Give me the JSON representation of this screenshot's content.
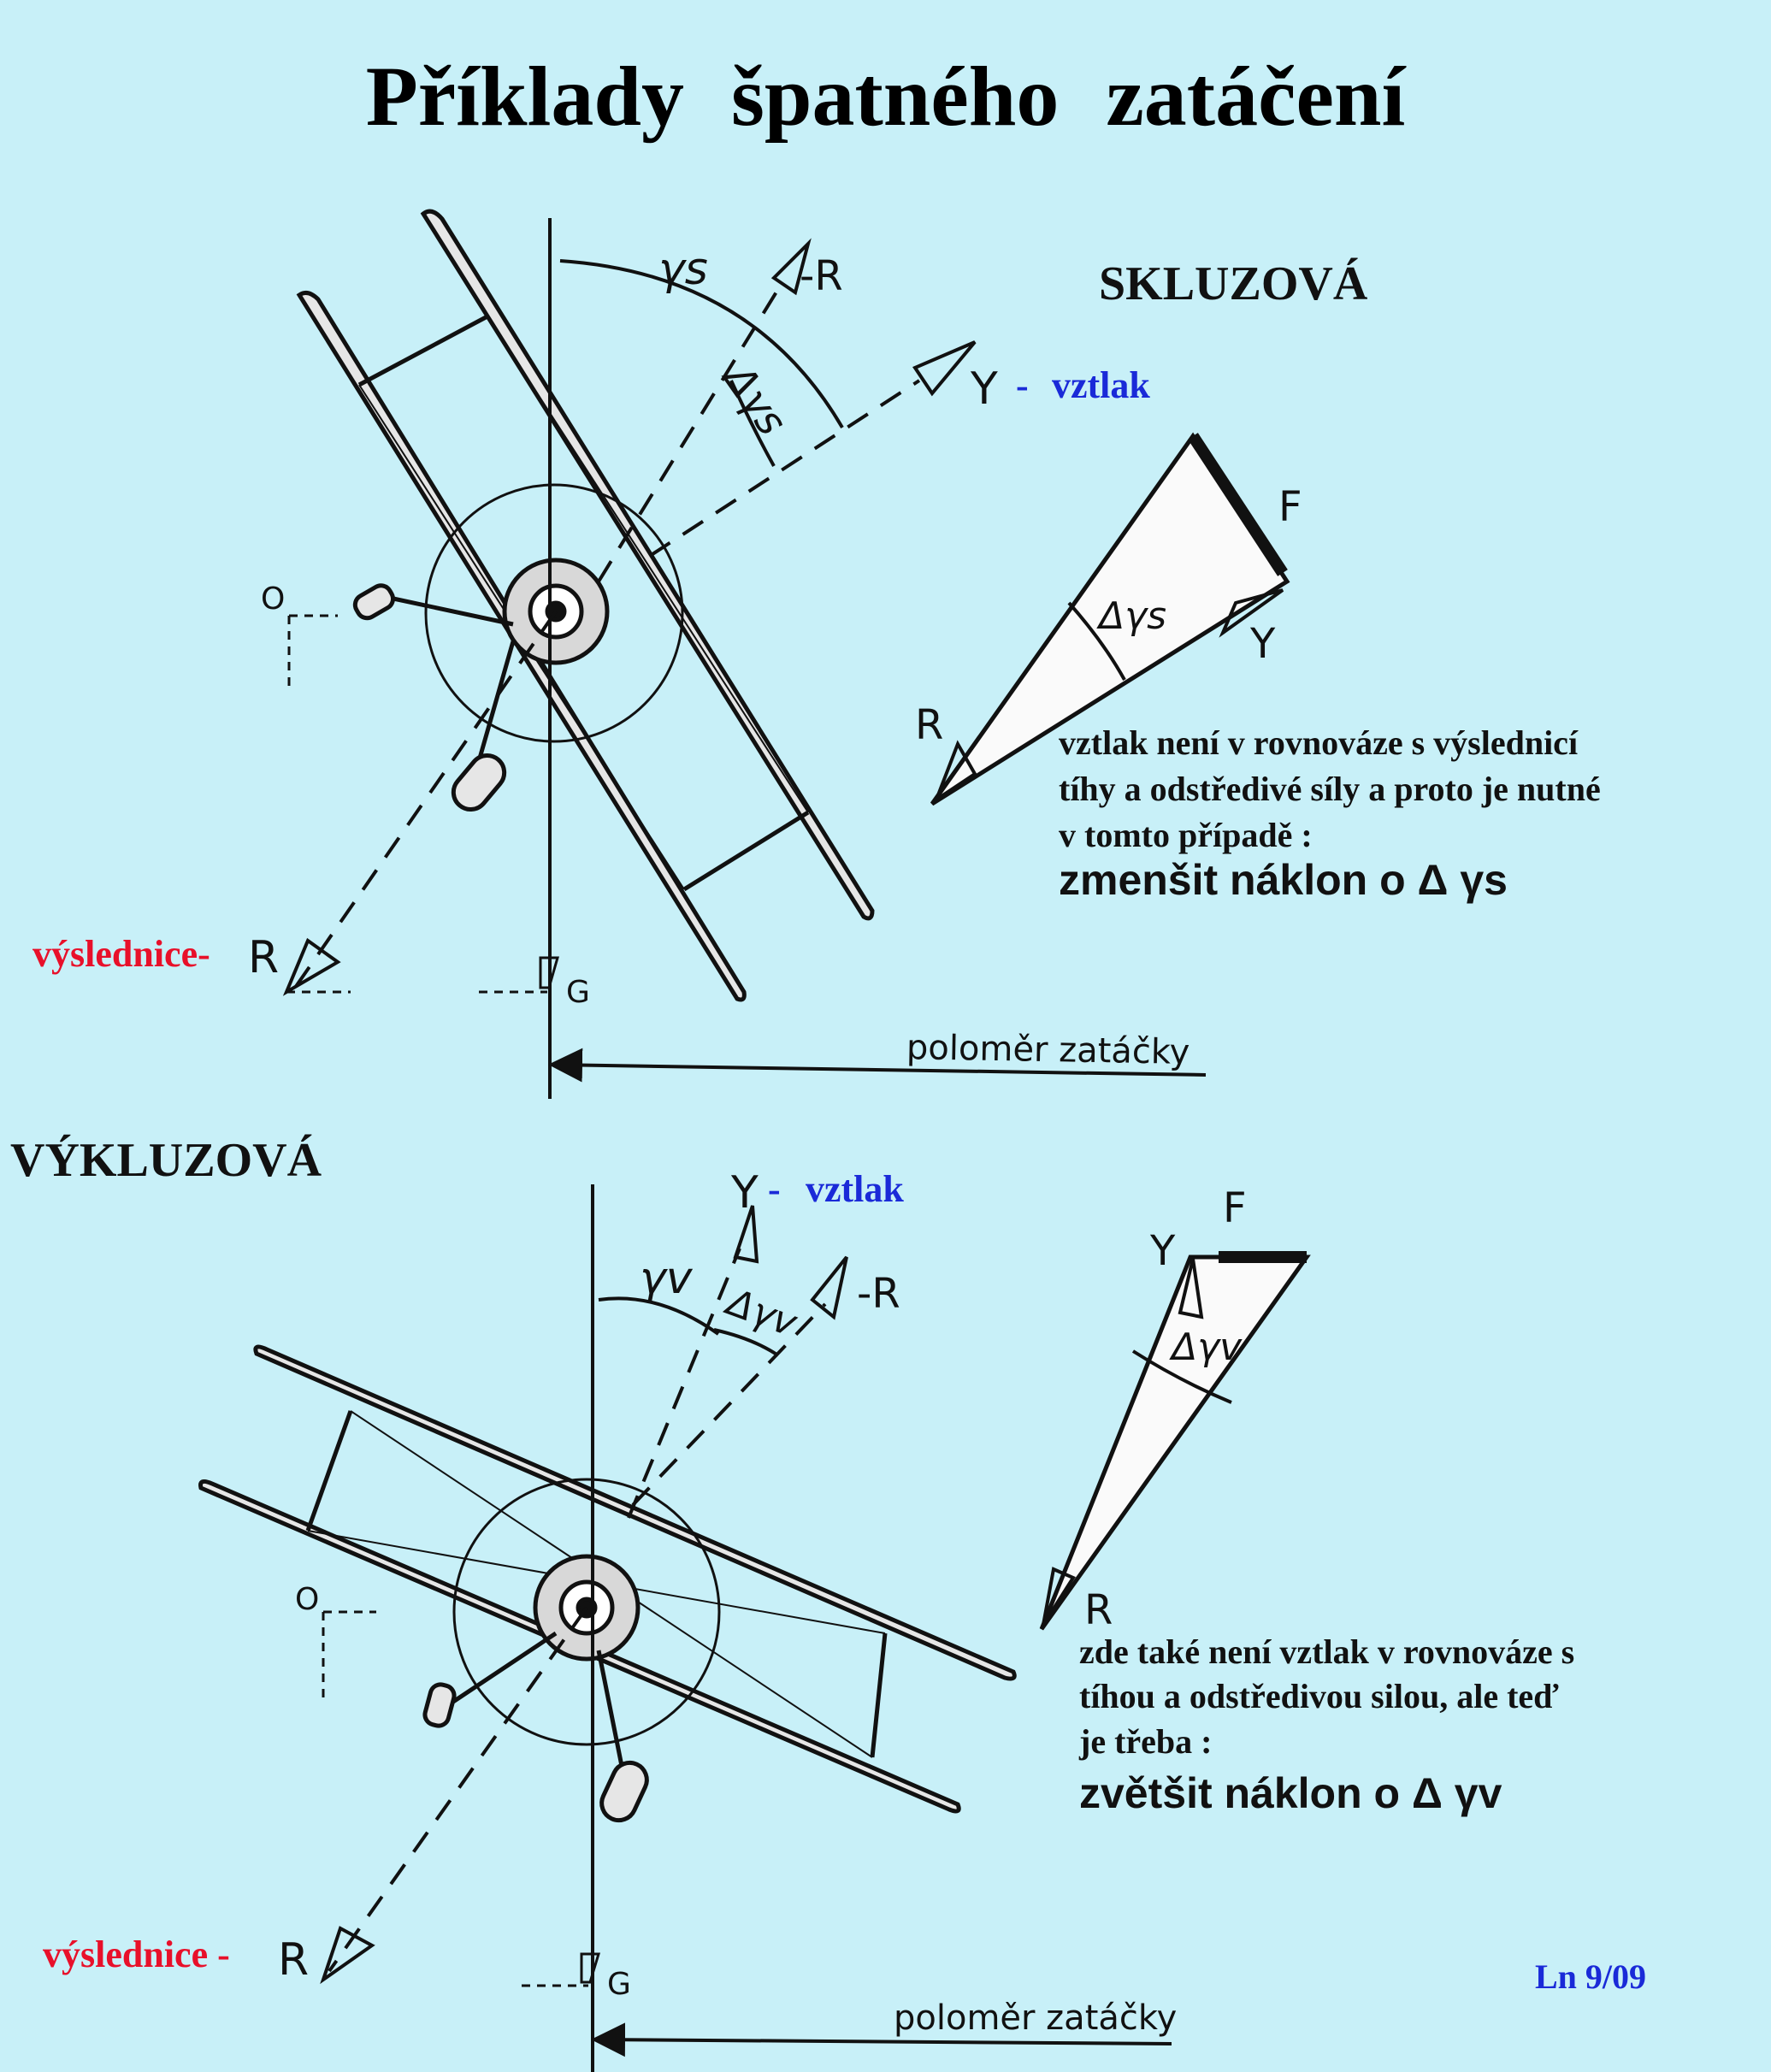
{
  "title": "Příklady špatného zatáčení",
  "top": {
    "heading": "SKLUZOVÁ",
    "lift_label": "vztlak",
    "dash": "-",
    "resultant_label": "výslednice-",
    "letters": {
      "gamma": "γs",
      "minus_r": "-R",
      "y": "Y",
      "delta": "Δγs",
      "o": "O",
      "r": "R",
      "g": "G"
    },
    "triangle": {
      "f": "F",
      "y": "Y",
      "r": "R",
      "delta": "Δγs"
    },
    "radius": "poloměr zatáčky",
    "text_lines": [
      "vztlak není v rovnováze s výslednicí",
      "tíhy a odstředivé síly a proto je nutné",
      "v tomto případě :"
    ],
    "action": "zmenšit náklon o Δ γs"
  },
  "bottom": {
    "heading": "VÝKLUZOVÁ",
    "lift_label": "vztlak",
    "dash": "-",
    "resultant_label": "výslednice -",
    "letters": {
      "gamma": "γv",
      "minus_r": "-R",
      "y": "Y",
      "delta": "Δγv",
      "o": "O",
      "r": "R",
      "g": "G"
    },
    "triangle": {
      "f": "F",
      "y": "Y",
      "r": "R",
      "delta": "Δγv"
    },
    "radius": "poloměr zatáčky",
    "text_lines": [
      "zde také není vztlak  v rovnováze s",
      " tíhou a odstředivou silou, ale teď",
      "je třeba :"
    ],
    "action": "zvětšit náklon o Δ γv"
  },
  "stamp": "Ln 9/09"
}
